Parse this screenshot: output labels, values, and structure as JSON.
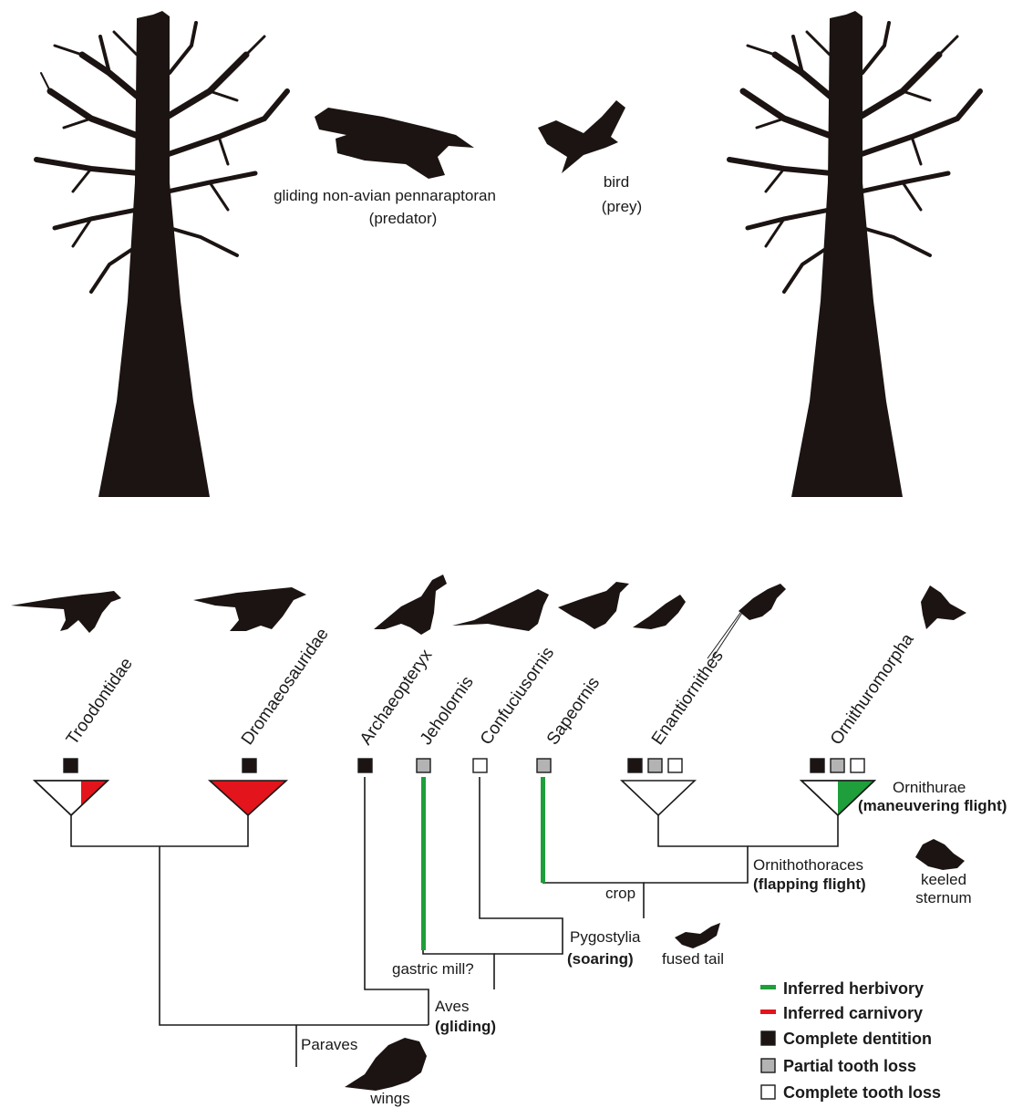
{
  "scene": {
    "predator_label": "gliding non-avian pennaraptoran",
    "predator_sub": "(predator)",
    "prey_label": "bird",
    "prey_sub": "(prey)"
  },
  "taxa": [
    "Troodontidae",
    "Dromaeosauridae",
    "Archaeopteryx",
    "Jeholornis",
    "Confuciusornis",
    "Sapeornis",
    "Enantiornithes",
    "Ornithuromorpha"
  ],
  "nodes": {
    "paraves": "Paraves",
    "wings": "wings",
    "aves": "Aves",
    "aves_flight": "(gliding)",
    "gastric": "gastric mill?",
    "pygostylia": "Pygostylia",
    "pygostylia_flight": "(soaring)",
    "fused_tail": "fused tail",
    "crop": "crop",
    "ornithothoraces": "Ornithothoraces",
    "ornithothoraces_flight": "(flapping flight)",
    "keeled": "keeled",
    "sternum": "sternum",
    "ornithurae": "Ornithurae",
    "ornithurae_flight": "(maneuvering flight)"
  },
  "legend": {
    "herbivory": "Inferred herbivory",
    "carnivory": "Inferred carnivory",
    "complete": "Complete dentition",
    "partial": "Partial tooth loss",
    "loss": "Complete tooth loss"
  },
  "colors": {
    "herbivory": "#1f9e3c",
    "carnivory": "#e3141b",
    "complete": "#1b1412",
    "partial": "#b3b3b3",
    "loss": "#ffffff"
  }
}
